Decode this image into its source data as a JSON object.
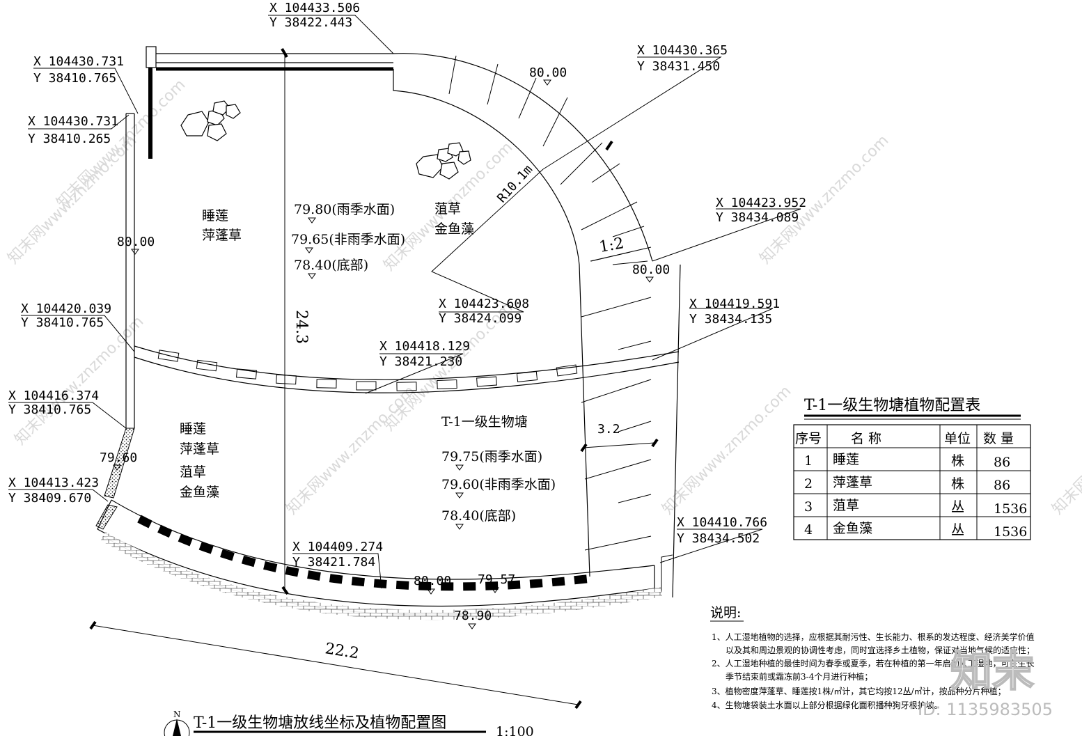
{
  "coords": [
    {
      "x": "X 104433.506",
      "y": "Y 38422.443"
    },
    {
      "x": "X 104430.731",
      "y": "Y 38410.765"
    },
    {
      "x": "X 104430.731",
      "y": "Y 38410.265"
    },
    {
      "x": "X 104430.365",
      "y": "Y 38431.450"
    },
    {
      "x": "X 104423.952",
      "y": "Y 38434.089"
    },
    {
      "x": "X 104423.608",
      "y": "Y 38424.099"
    },
    {
      "x": "X 104420.039",
      "y": "Y 38410.765"
    },
    {
      "x": "X 104419.591",
      "y": "Y 38434.135"
    },
    {
      "x": "X 104418.129",
      "y": "Y 38421.230"
    },
    {
      "x": "X 104416.374",
      "y": "Y 38410.765"
    },
    {
      "x": "X 104413.423",
      "y": "Y 38409.670"
    },
    {
      "x": "X 104410.766",
      "y": "Y 38434.502"
    },
    {
      "x": "X 104409.274",
      "y": "Y 38421.784"
    }
  ],
  "elevations": {
    "top_arc": "80.00",
    "left_wall": "80.00",
    "right_arc": "80.00",
    "left_bottom": "79.60",
    "bottom_a": "80.00",
    "bottom_b": "79.57",
    "bottom_c": "78.90"
  },
  "upper_levels": [
    "79.80(雨季水面)",
    "79.65(非雨季水面)",
    "78.40(底部)"
  ],
  "lower_levels": [
    "79.75(雨季水面)",
    "79.60(非雨季水面)",
    "78.40(底部)"
  ],
  "plants": {
    "upper_left": [
      "睡莲",
      "萍蓬草"
    ],
    "upper_right": [
      "菹草",
      "金鱼藻"
    ],
    "lower_left": [
      "睡莲",
      "萍蓬草",
      "菹草",
      "金鱼藻"
    ]
  },
  "pond_label": "T-1一级生物塘",
  "radius": "R10.1m",
  "slope": "1:2",
  "dims": {
    "vertical": "24.3",
    "horizontal": "22.2",
    "right": "3.2"
  },
  "table": {
    "title": "T-1一级生物塘植物配置表",
    "headers": [
      "序号",
      "名  称",
      "单位",
      "数 量"
    ],
    "rows": [
      [
        "1",
        "睡莲",
        "株",
        "86"
      ],
      [
        "2",
        "萍蓬草",
        "株",
        "86"
      ],
      [
        "3",
        "菹草",
        "丛",
        "1536"
      ],
      [
        "4",
        "金鱼藻",
        "丛",
        "1536"
      ]
    ]
  },
  "notes": {
    "title": "说明:",
    "lines": [
      "1、人工湿地植物的选择，应根据其耐污性、生长能力、根系的发达程度、经济美学价值",
      "以及其和周边景观的协调性考虑，同时宜选择乡土植物，保证对当地气候的适应性；",
      "2、人工湿地种植的最佳时间为春季或夏季，若在种植的第一年启动人工湿地，可在生长",
      "季节结束前或霜冻前3-4个月进行种植；",
      "3、植物密度萍蓬草、睡莲按1株/㎡计，其它均按12丛/㎡计，按品种分片种植；",
      "4、生物塘袋装土水面以上部分根据绿化面积播种狗牙根护坡。"
    ]
  },
  "drawing_title": "T-1一级生物塘放线坐标及植物配置图",
  "drawing_scale": "1:100",
  "north": "N",
  "watermark": "知末网www.znzmo.com",
  "logo": "知末",
  "id_text": "ID: 1135983505"
}
